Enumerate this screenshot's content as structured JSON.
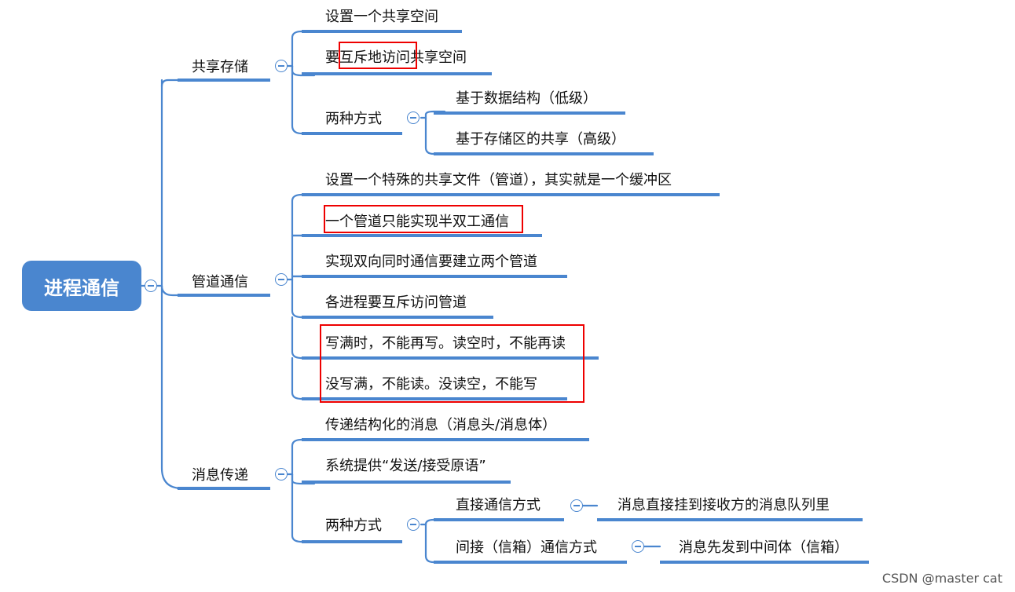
{
  "root": {
    "label": "进程通信"
  },
  "branches": {
    "shared": {
      "label": "共享存储",
      "children": {
        "c1": "设置一个共享空间",
        "c2_pre": "要",
        "c2_hl": "互斥地访问",
        "c2_post": "共享空间",
        "c3": "两种方式",
        "c3a": "基于数据结构（低级）",
        "c3b": "基于存储区的共享（高级）"
      }
    },
    "pipe": {
      "label": "管道通信",
      "children": {
        "c1": "设置一个特殊的共享文件（管道），其实就是一个缓冲区",
        "c2": "一个管道只能实现半双工通信",
        "c3": "实现双向同时通信要建立两个管道",
        "c4": "各进程要互斥访问管道",
        "c5": "写满时，不能再写。读空时，不能再读",
        "c6": "没写满，不能读。没读空，不能写"
      }
    },
    "msg": {
      "label": "消息传递",
      "children": {
        "c1": "传递结构化的消息（消息头/消息体）",
        "c2": "系统提供“发送/接受原语”",
        "c3": "两种方式",
        "c3a": "直接通信方式",
        "c3a1": "消息直接挂到接收方的消息队列里",
        "c3b": "间接（信箱）通信方式",
        "c3b1": "消息先发到中间体（信箱）"
      }
    }
  },
  "watermark": "CSDN @master cat",
  "colors": {
    "line": "#4a86cf",
    "root_bg": "#4a86cf",
    "highlight": "#e00000"
  }
}
